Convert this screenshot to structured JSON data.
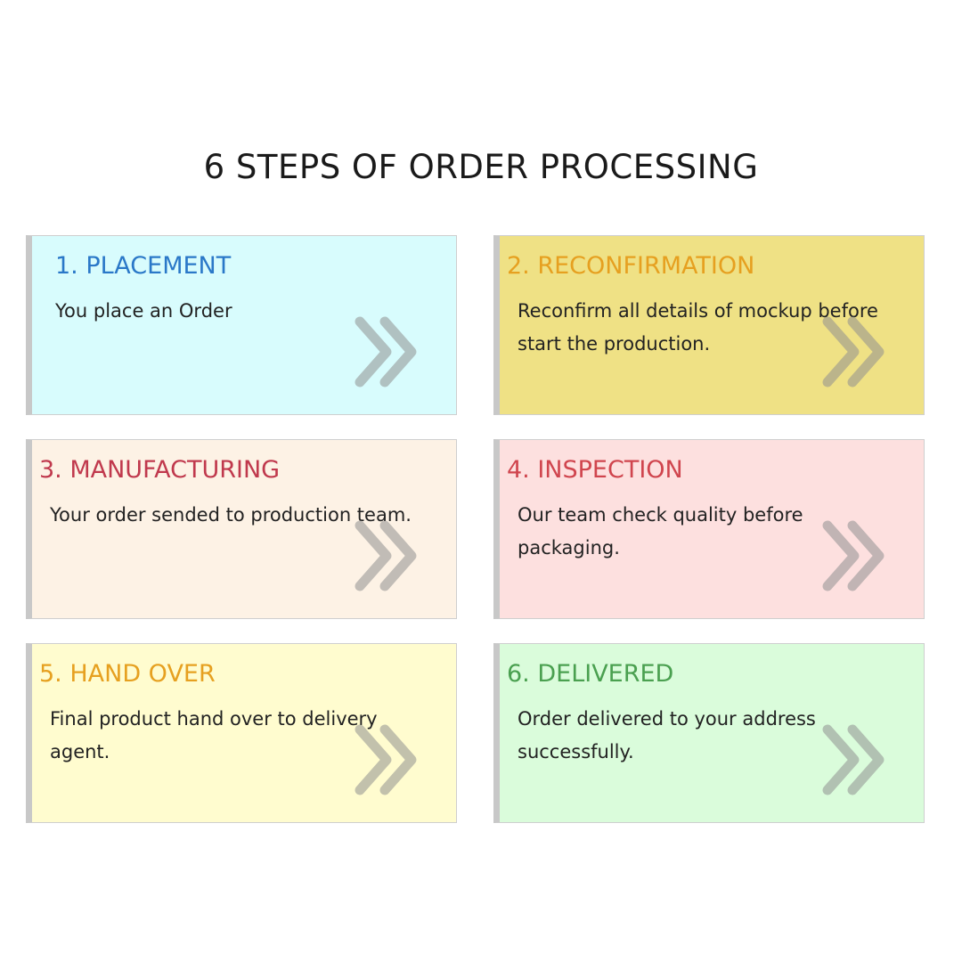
{
  "title": "6 STEPS OF ORDER PROCESSING",
  "steps": [
    {
      "title": "1. PLACEMENT",
      "desc": "You place an Order",
      "title_color": "#2a78c8",
      "bg": "#d8fcfd",
      "icon": "chevron-double-right-icon"
    },
    {
      "title": "2. RECONFIRMATION",
      "desc": "Reconfirm all details of mockup before start the production.",
      "title_color": "#e6a020",
      "bg": "#efe185",
      "icon": "chevron-double-right-icon"
    },
    {
      "title": "3. MANUFACTURING",
      "desc": "Your order sended to production team.",
      "title_color": "#c0394d",
      "bg": "#fdf2e5",
      "icon": "chevron-double-right-icon"
    },
    {
      "title": "4. INSPECTION",
      "desc": "Our team check quality before packaging.",
      "title_color": "#d0454e",
      "bg": "#fde0df",
      "icon": "chevron-double-right-icon"
    },
    {
      "title": "5. HAND OVER",
      "desc": "Final product hand over to delivery agent.",
      "title_color": "#e6a020",
      "bg": "#fffccf",
      "icon": "chevron-double-right-icon"
    },
    {
      "title": "6. DELIVERED",
      "desc": "Order delivered to your address successfully.",
      "title_color": "#4aa050",
      "bg": "#dafcdb",
      "icon": "chevron-double-right-icon"
    }
  ]
}
